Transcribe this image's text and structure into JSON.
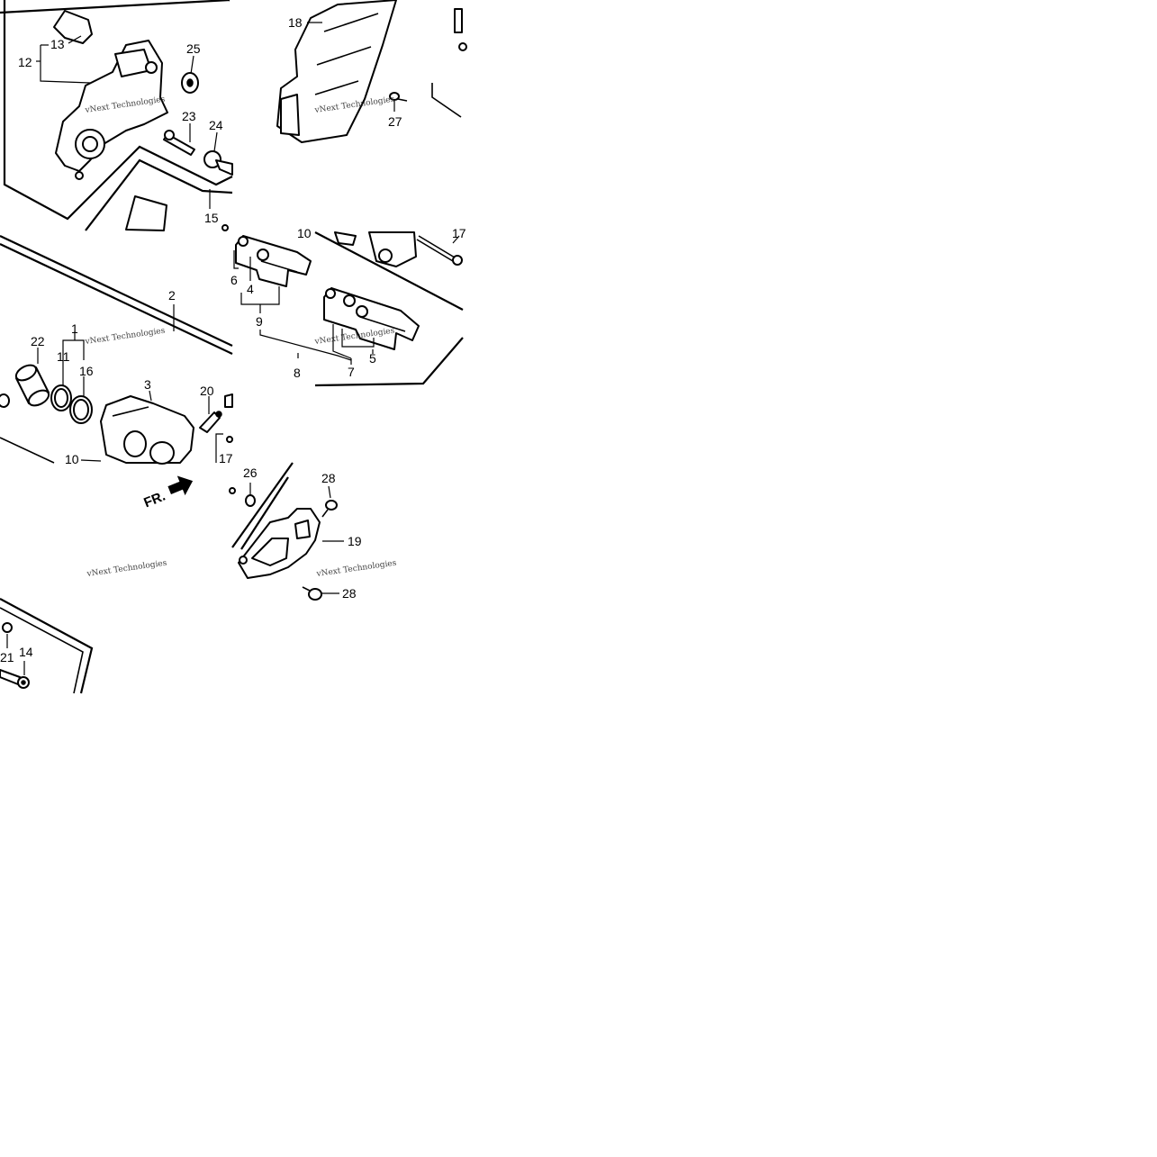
{
  "callouts": {
    "n1": "1",
    "n2": "2",
    "n3": "3",
    "n4a": "4",
    "n5": "5",
    "n6": "6",
    "n7": "7",
    "n8": "8",
    "n9": "9",
    "n10a": "10",
    "n10b": "10",
    "n11": "11",
    "n12": "12",
    "n13": "13",
    "n14": "14",
    "n15": "15",
    "n16": "16",
    "n17a": "17",
    "n17b": "17",
    "n18": "18",
    "n19": "19",
    "n20": "20",
    "n21": "21",
    "n22": "22",
    "n23": "23",
    "n24": "24",
    "n25": "25",
    "n26": "26",
    "n27": "27",
    "n28a": "28",
    "n28b": "28"
  },
  "front_marker": "FR.",
  "watermark": "vNext Technologies"
}
